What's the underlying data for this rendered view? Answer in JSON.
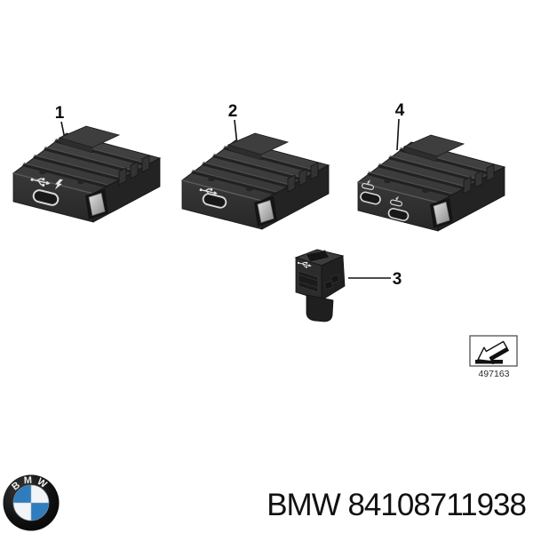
{
  "diagram": {
    "parts": [
      {
        "label": "1",
        "icons": [
          "usb-trident-icon",
          "lightning-bolt-icon"
        ],
        "ports": 1
      },
      {
        "label": "2",
        "icons": [
          "usb-trident-icon"
        ],
        "ports": 1
      },
      {
        "label": "4",
        "icons": [
          "usb-c-charge-icon",
          "usb-c-charge-icon"
        ],
        "ports": 2
      },
      {
        "label": "3",
        "icons": [
          "usb-trident-icon"
        ],
        "ports": 1
      }
    ],
    "reference": {
      "number": "497163",
      "icon": "linked-diagram-arrow-icon"
    }
  },
  "footer": {
    "logo_letters": "BMW",
    "brand": "BMW",
    "part_number": "84108711938"
  },
  "colors": {
    "part_body": "#353535",
    "part_shadow": "#222222",
    "icon_white": "#e6e6e6",
    "logo_blue": "#2f7dbd",
    "background": "#ffffff",
    "text": "#111111"
  }
}
